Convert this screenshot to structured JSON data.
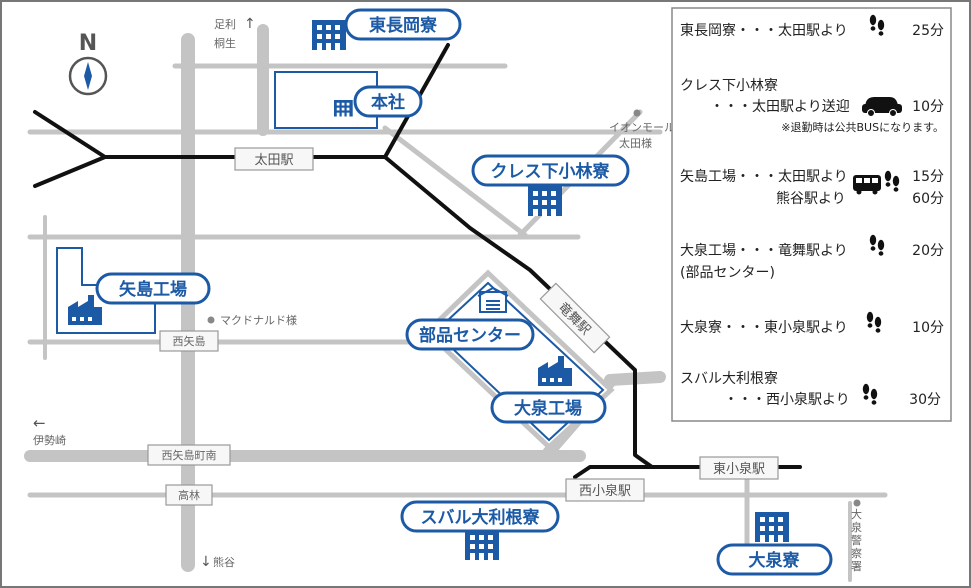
{
  "compass": {
    "letter": "N"
  },
  "stations": {
    "ota": "太田駅",
    "nishiyajima": "西矢島",
    "nishiyajima_cho_minami": "西矢島町南",
    "takabayashi": "高林",
    "ryumai": "竜舞駅",
    "higashi_koizumi": "東小泉駅",
    "nishi_koizumi": "西小泉駅"
  },
  "directions": {
    "ashikaga_1": "足利",
    "ashikaga_2": "桐生",
    "ashikaga_arrow": "↑",
    "isesaki": "伊勢崎",
    "isesaki_arrow": "←",
    "kumagaya": "熊谷",
    "kumagaya_arrow": "↓"
  },
  "landmarks": {
    "aeon_1": "イオンモール",
    "aeon_2": "太田様",
    "mcdonalds": "マクドナルド様",
    "police_1": "大",
    "police_2": "泉",
    "police_3": "警",
    "police_4": "察",
    "police_5": "署"
  },
  "facilities": {
    "higashi_nagaoka": "東長岡寮",
    "honsha": "本社",
    "kuresu": "クレス下小林寮",
    "yajima": "矢島工場",
    "buhin": "部品センター",
    "oizumi_koujou": "大泉工場",
    "subaru": "スバル大利根寮",
    "oizumi_ryo": "大泉寮"
  },
  "legend": [
    {
      "line1": "東長岡寮・・・太田駅より",
      "line2": "",
      "time1": "25分",
      "time2": "",
      "icon": "footprints-icon"
    },
    {
      "line1": "クレス下小林寮",
      "line2": "・・・太田駅より送迎",
      "time1": "10分",
      "time2": "",
      "icon": "car-icon",
      "note": "※退勤時は公共BUSになります。"
    },
    {
      "line1": "矢島工場・・・太田駅より",
      "line2": "熊谷駅より",
      "time1": "15分",
      "time2": "60分",
      "icon": "bus-icon"
    },
    {
      "line1": "大泉工場・・・竜舞駅より",
      "line2": "(部品センター)",
      "time1": "20分",
      "time2": "",
      "icon": "footprints-icon"
    },
    {
      "line1": "大泉寮・・・東小泉駅より",
      "line2": "",
      "time1": "10分",
      "time2": "",
      "icon": "footprints-icon"
    },
    {
      "line1": "スバル大利根寮",
      "line2": "・・・西小泉駅より",
      "time1": "30分",
      "time2": "",
      "icon": "footprints-icon"
    }
  ]
}
